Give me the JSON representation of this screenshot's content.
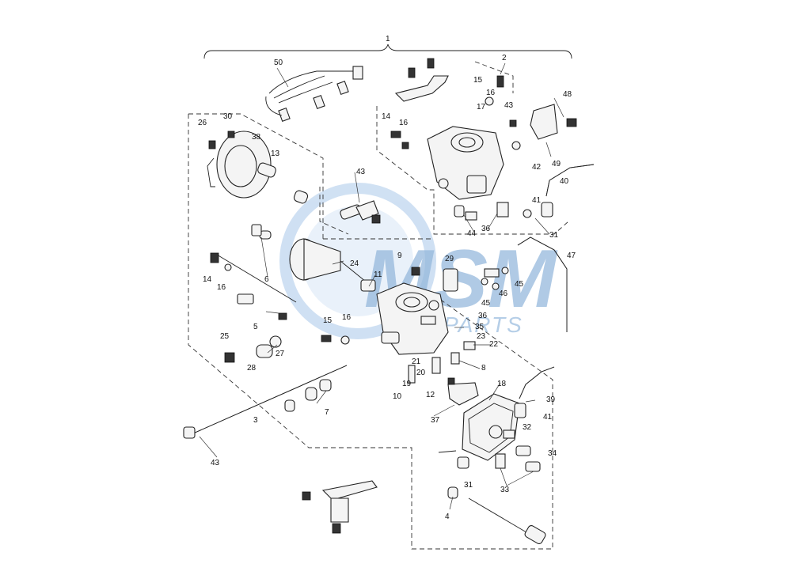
{
  "diagram": {
    "watermark": {
      "main": "MSM",
      "sub": "PARTS",
      "color": "#3f7fc0"
    },
    "part_labels": [
      "1",
      "50",
      "2",
      "15",
      "16",
      "17",
      "43",
      "48",
      "14",
      "16",
      "42",
      "49",
      "26",
      "30",
      "38",
      "13",
      "43",
      "40",
      "41",
      "31",
      "44",
      "36",
      "9",
      "29",
      "47",
      "11",
      "24",
      "14",
      "16",
      "6",
      "45",
      "46",
      "45",
      "5",
      "15",
      "16",
      "36",
      "35",
      "23",
      "22",
      "25",
      "28",
      "27",
      "21",
      "8",
      "20",
      "19",
      "12",
      "10",
      "18",
      "39",
      "41",
      "37",
      "32",
      "34",
      "3",
      "7",
      "43",
      "31",
      "33",
      "4"
    ]
  }
}
